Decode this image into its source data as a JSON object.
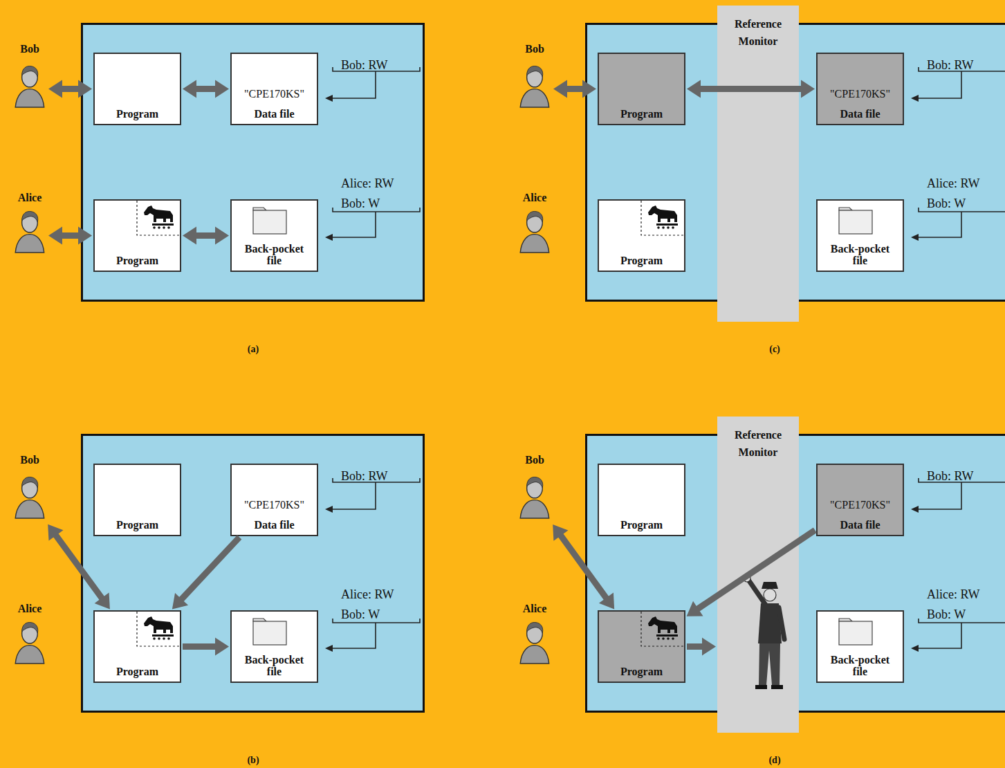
{
  "diagram": {
    "nodes": [
      {
        "text": [
          "(a)"
        ]
      },
      {
        "text": [
          "Bob"
        ]
      },
      {
        "text": [
          "Program"
        ],
        "in": 0
      },
      {
        "text": [
          "\"CPE170KS\"",
          "Data file"
        ],
        "in": 0
      },
      {
        "text": [
          "Alice"
        ]
      },
      {
        "text": [
          "Program"
        ],
        "in": 0
      },
      {
        "text": [
          "Back-pocket file"
        ],
        "in": 0
      },
      {
        "text": [
          "(c)"
        ]
      },
      {
        "text": [
          "Bob"
        ]
      },
      {
        "text": [
          "Program"
        ],
        "in": 7
      },
      {
        "text": [
          "Reference Monitor"
        ],
        "in": 7
      },
      {
        "text": [
          "\"CPE170KS\"",
          "Data file"
        ],
        "in": 7
      },
      {
        "text": [
          "Alice"
        ]
      },
      {
        "text": [
          "Program"
        ],
        "in": 7
      },
      {
        "text": [
          "Back-pocket file"
        ],
        "in": 7
      },
      {
        "text": [
          "(b)"
        ]
      },
      {
        "text": [
          "Bob"
        ]
      },
      {
        "text": [
          "Program"
        ],
        "in": 15
      },
      {
        "text": [
          "\"CPE170KS\"",
          "Data file"
        ],
        "in": 15
      },
      {
        "text": [
          "Alice"
        ]
      },
      {
        "text": [
          "Program"
        ],
        "in": 15
      },
      {
        "text": [
          "Back-pocket file"
        ],
        "in": 15
      },
      {
        "text": [
          "(d)"
        ]
      },
      {
        "text": [
          "Bob"
        ]
      },
      {
        "text": [
          "Program"
        ],
        "in": 22
      },
      {
        "text": [
          "Reference Monitor"
        ],
        "in": 22
      },
      {
        "text": [
          "\"CPE170KS\"",
          "Data file"
        ],
        "in": 22
      },
      {
        "text": [
          "Alice"
        ]
      },
      {
        "text": [
          "Program"
        ],
        "in": 22
      },
      {
        "text": [
          "Back-pocket file"
        ],
        "in": 22
      }
    ],
    "edges": [
      {
        "from": 1,
        "to": 2,
        "arrow": "both"
      },
      {
        "from": 2,
        "to": 3,
        "arrow": "both"
      },
      {
        "from": 4,
        "to": 5,
        "arrow": "both"
      },
      {
        "from": 5,
        "to": 6,
        "arrow": "both"
      },
      {
        "from": 8,
        "to": 9,
        "arrow": "both"
      },
      {
        "from": 9,
        "to": 11,
        "arrow": "both"
      },
      {
        "from": 16,
        "to": 20,
        "arrow": "both"
      },
      {
        "from": 18,
        "to": 20,
        "arrow": "to"
      },
      {
        "from": 20,
        "to": 21,
        "arrow": "to"
      },
      {
        "from": 23,
        "to": 28,
        "arrow": "both"
      },
      {
        "from": 26,
        "to": 28,
        "arrow": "to"
      },
      {
        "from": 28,
        "to": 25,
        "arrow": "to"
      }
    ],
    "labels": [
      "Bob: RW",
      "Alice: RW",
      "Bob: W",
      "Bob: RW",
      "Alice: RW",
      "Bob: W",
      "Bob: RW",
      "Alice: RW",
      "Bob: W",
      "Bob: RW",
      "Alice: RW",
      "Bob: W"
    ]
  }
}
